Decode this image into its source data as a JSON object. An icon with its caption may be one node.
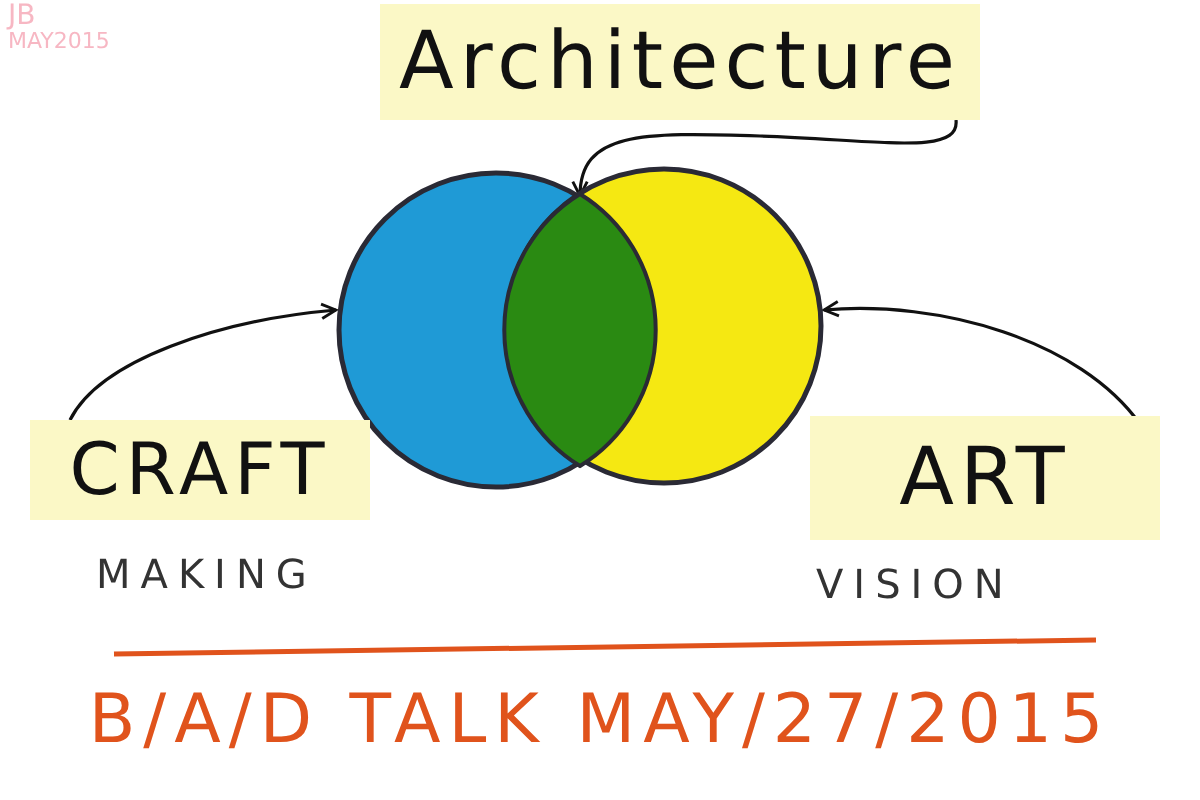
{
  "diagram": {
    "caption": "B/A/D TALK MAY/27/2015",
    "nodes": [
      {
        "text": [
          "Architecture"
        ]
      },
      {
        "text": [],
        "shape": "circle"
      },
      {
        "text": [],
        "shape": "circle"
      },
      {
        "text": [],
        "shape": "lens"
      },
      {
        "text": [
          "CRAFT"
        ],
        "beside": [
          "MAKING"
        ]
      },
      {
        "text": [
          "ART"
        ],
        "beside": [
          "VISION"
        ]
      }
    ],
    "edges": [
      {
        "from": 0,
        "to": 3,
        "arrow": "to"
      },
      {
        "from": 4,
        "to": 1,
        "arrow": "to"
      },
      {
        "from": 5,
        "to": 2,
        "arrow": "to"
      }
    ],
    "labels": [
      "JB",
      "MAY2015"
    ]
  }
}
